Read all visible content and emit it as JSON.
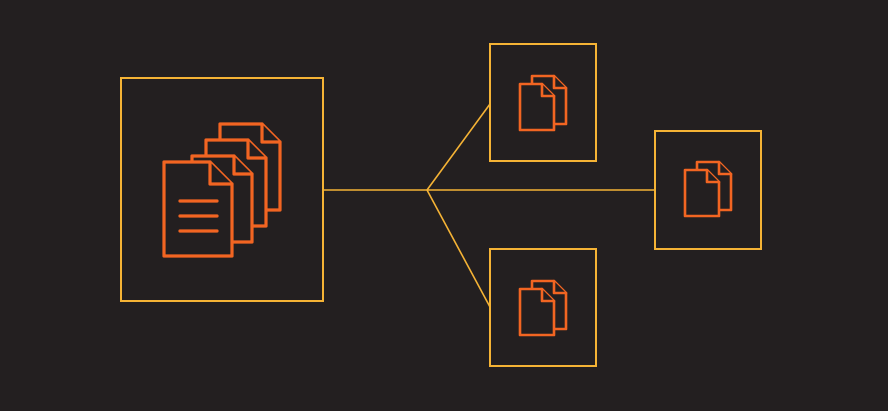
{
  "diagram": {
    "type": "fan-out",
    "source": {
      "name": "source-document-set",
      "icon": "stacked-documents-icon",
      "document_count": 4
    },
    "targets": [
      {
        "name": "target-top",
        "icon": "copied-documents-icon",
        "document_count": 2
      },
      {
        "name": "target-middle",
        "icon": "copied-documents-icon",
        "document_count": 2
      },
      {
        "name": "target-bottom",
        "icon": "copied-documents-icon",
        "document_count": 2
      }
    ]
  },
  "colors": {
    "background": "#231f20",
    "box_outline": "#f5b335",
    "icon": "#f26522",
    "connector": "#f5b335"
  }
}
